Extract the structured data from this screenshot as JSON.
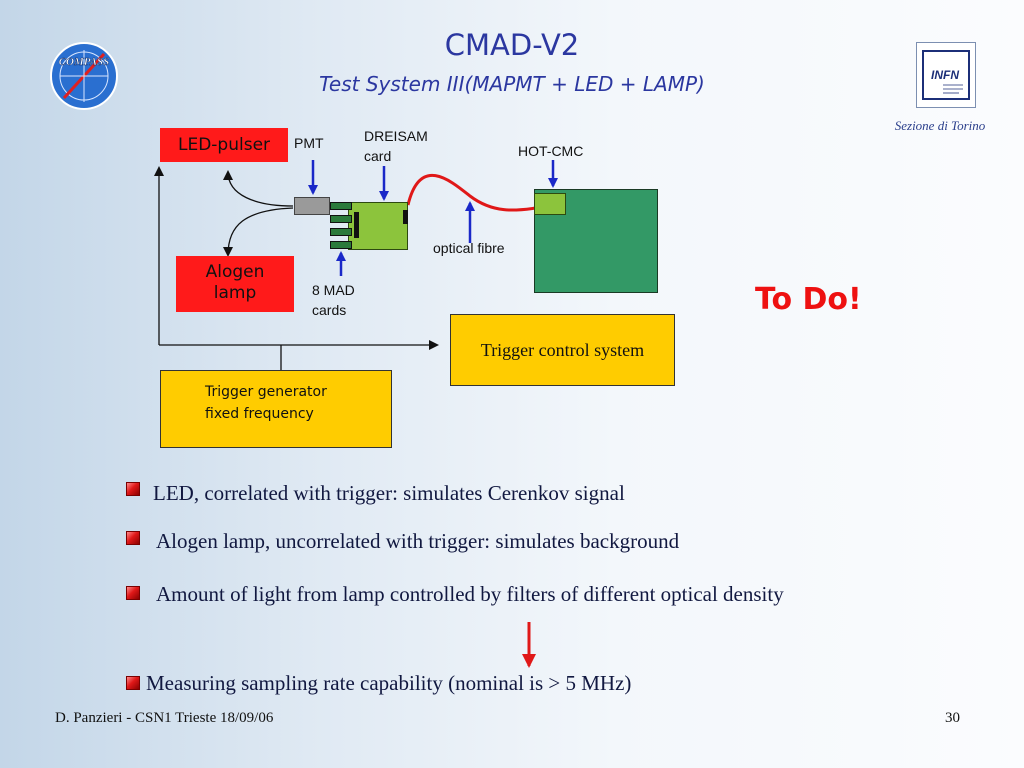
{
  "header": {
    "title": "CMAD-V2",
    "subtitle": "Test System III(MAPMT + LED + LAMP)"
  },
  "logos": {
    "left_logo_text": "COMPASS",
    "right_logo_text": "INFN",
    "right_logo_caption": "Sezione di Torino"
  },
  "diagram": {
    "led_pulser": "LED-pulser",
    "alogen_line1": "Alogen",
    "alogen_line2": "lamp",
    "pmt": "PMT",
    "dreisam_line1": "DREISAM",
    "dreisam_line2": "card",
    "hot_cmc": "HOT-CMC",
    "optical_fibre": "optical fibre",
    "mad_line1": "8 MAD",
    "mad_line2": "cards",
    "trigger_control": "Trigger control system",
    "trigger_generator_line1": "Trigger generator",
    "trigger_generator_line2": "fixed frequency",
    "todo": "To Do!"
  },
  "bullets": [
    "LED, correlated with trigger: simulates Cerenkov signal",
    "Alogen lamp, uncorrelated with trigger: simulates background",
    "Amount of light from lamp controlled by filters of different optical density",
    "Measuring sampling rate capability (nominal is > 5 MHz)"
  ],
  "footer": {
    "author": "D. Panzieri - CSN1 Trieste 18/09/06",
    "page": "30"
  },
  "colors": {
    "title": "#2b37a0",
    "red_box": "#ff1a1a",
    "yellow_box": "#ffcc00",
    "hot_cmc": "#339966",
    "card_green": "#8cc43c",
    "fibre": "#e01818",
    "arrow_blue": "#1a28c8",
    "todo": "#ee1111"
  }
}
